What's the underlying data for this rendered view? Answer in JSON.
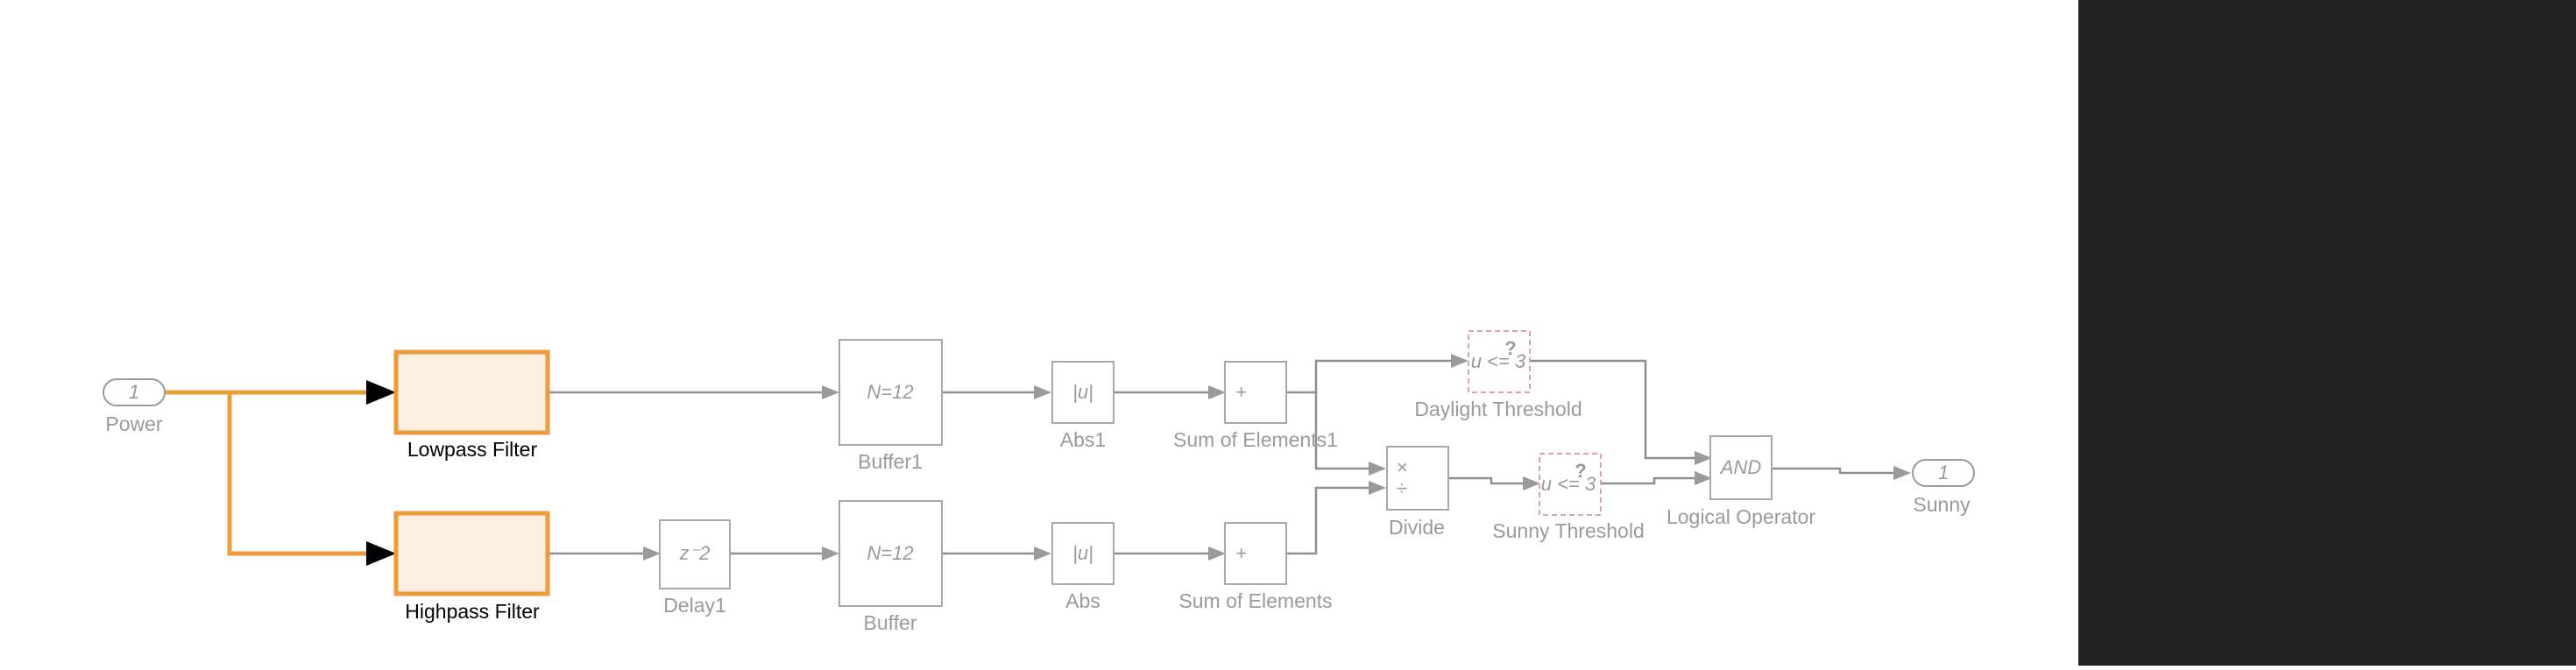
{
  "model": {
    "inport": {
      "number": "1",
      "label": "Power"
    },
    "outport": {
      "number": "1",
      "label": "Sunny"
    },
    "blocks": {
      "lowpass": {
        "label": "Lowpass Filter"
      },
      "highpass": {
        "label": "Highpass Filter"
      },
      "delay1": {
        "text": "z⁻2",
        "label": "Delay1"
      },
      "buffer1": {
        "text": "N=12",
        "label": "Buffer1"
      },
      "buffer": {
        "text": "N=12",
        "label": "Buffer"
      },
      "abs1": {
        "text": "|u|",
        "label": "Abs1"
      },
      "abs": {
        "text": "|u|",
        "label": "Abs"
      },
      "sum1": {
        "text": "+",
        "label": "Sum of Elements1"
      },
      "sum": {
        "text": "+",
        "label": "Sum of Elements"
      },
      "divide": {
        "mul": "×",
        "div": "÷",
        "label": "Divide"
      },
      "daylight": {
        "q": "?",
        "text": "u <= 3",
        "label": "Daylight Threshold"
      },
      "sunny_thr": {
        "q": "?",
        "text": "u <= 3",
        "label": "Sunny Threshold"
      },
      "logical": {
        "text": "AND",
        "label": "Logical Operator"
      }
    }
  },
  "colors": {
    "highlight": "#ee9a3a",
    "highlight_fill": "#fbefdf",
    "wire": "#8f8f8f",
    "dashed_border": "#e8a0a8",
    "panel": "#222222"
  }
}
